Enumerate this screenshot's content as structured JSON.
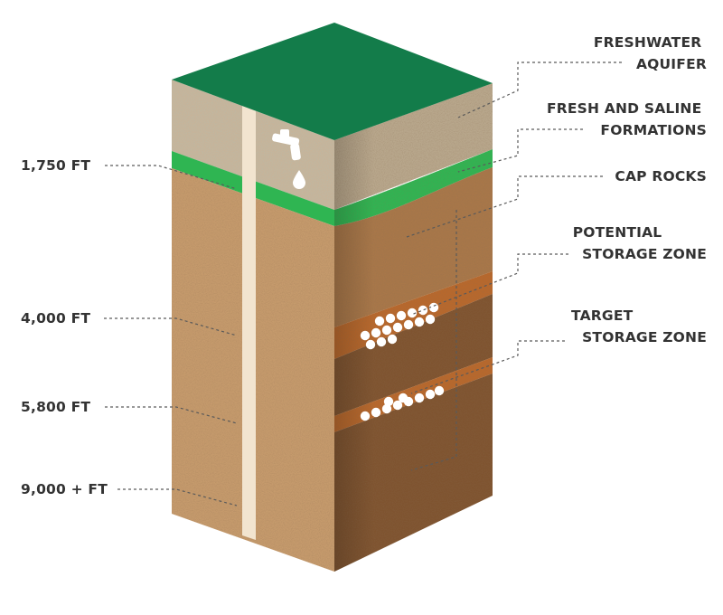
{
  "depth_labels": [
    {
      "text": "1,750 FT"
    },
    {
      "text": "4,000 FT"
    },
    {
      "text": "5,800 FT"
    },
    {
      "text": "9,000 + FT"
    }
  ],
  "layer_labels": [
    {
      "id": "freshwater-aquifer",
      "lines": [
        "FRESHWATER",
        "AQUIFER"
      ]
    },
    {
      "id": "fresh-saline-formations",
      "lines": [
        "FRESH AND SALINE",
        "FORMATIONS"
      ]
    },
    {
      "id": "cap-rocks",
      "lines": [
        "CAP ROCKS"
      ]
    },
    {
      "id": "potential-storage-zone",
      "lines": [
        "POTENTIAL",
        "STORAGE ZONE"
      ]
    },
    {
      "id": "target-storage-zone",
      "lines": [
        "TARGET",
        "STORAGE ZONE"
      ]
    }
  ],
  "colors": {
    "surface_green": "#137c4a",
    "formation_green": "#2fb552",
    "aquifer_left": "#c6b49a",
    "aquifer_right": "#b8a78c",
    "rock_left": "#c59a6c",
    "rock_right_upper": "#a87749",
    "rock_right_lower": "#7f5430",
    "storage_band": "#b8682c",
    "well": "#f2e4cf",
    "text": "#333333"
  },
  "icons": {
    "well_tap": "water-tap-icon",
    "co2_bubbles": "co2-bubble-icon"
  }
}
